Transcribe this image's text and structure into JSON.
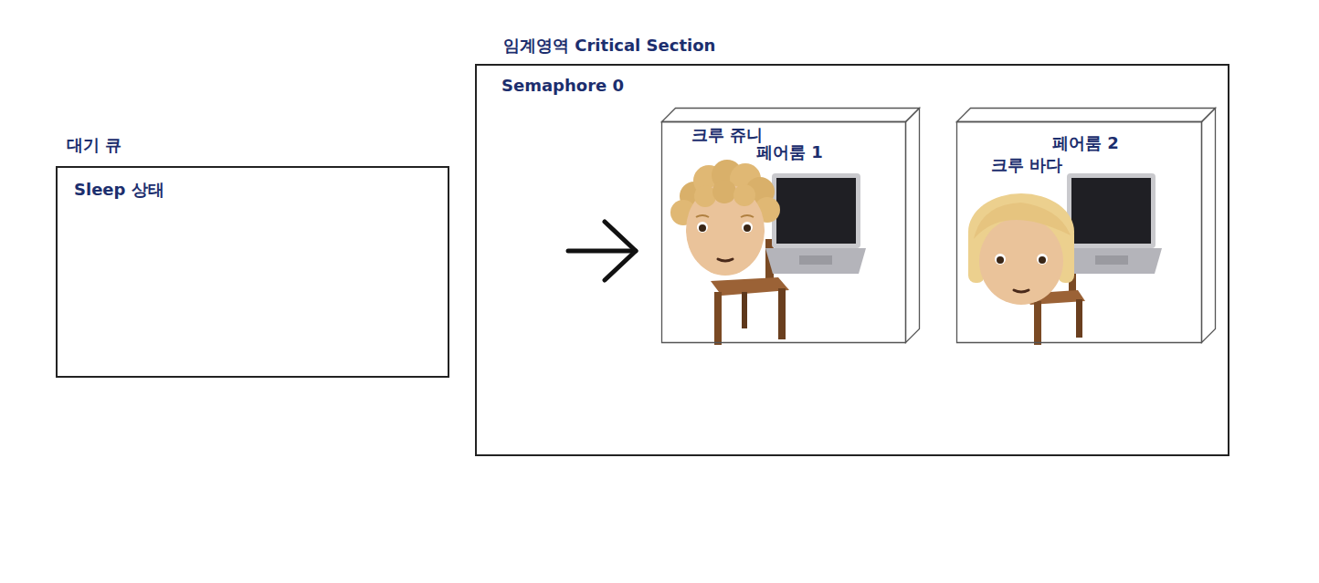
{
  "diagram": {
    "nodes": [
      {
        "text": [
          "대기 큐",
          "Sleep 상태"
        ]
      },
      {
        "text": [
          "임계영역 Critical Section",
          "Semaphore 0"
        ]
      },
      {
        "text": [
          "크루 쥬니",
          "페어룸 1"
        ],
        "in": 1
      },
      {
        "text": [
          "페어룸 2",
          "크루 바다"
        ],
        "in": 1
      }
    ]
  }
}
